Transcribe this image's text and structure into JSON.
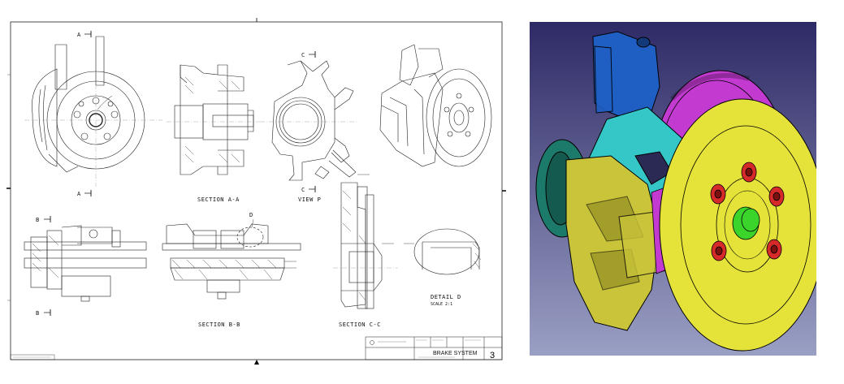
{
  "drawing": {
    "section_marks": {
      "a_top": "A",
      "a_bottom": "A",
      "b_top": "B",
      "b_bottom": "B",
      "c_top": "C",
      "c_bottom": "C",
      "d_callout": "D"
    },
    "view_labels": {
      "section_aa": "SECTION A-A",
      "view_p": "VIEW P",
      "section_bb": "SECTION B-B",
      "section_cc": "SECTION C-C",
      "detail_d": "DETAIL D",
      "detail_scale": "SCALE 2:1"
    },
    "title_block": {
      "title": "BRAKE SYSTEM",
      "sheet_number": "3"
    }
  },
  "render": {
    "colors": {
      "background_top": "#2e2a66",
      "background_bottom": "#9a9fc4",
      "rotor": "#e5e23a",
      "caliper": "#c9c43a",
      "bracket": "#35c7c7",
      "knuckle": "#1f5fc4",
      "hub_ring": "#c23ad0",
      "bolts": "#d62a2a",
      "spindle": "#3bd42a",
      "teal_part": "#1b7a6a"
    }
  }
}
